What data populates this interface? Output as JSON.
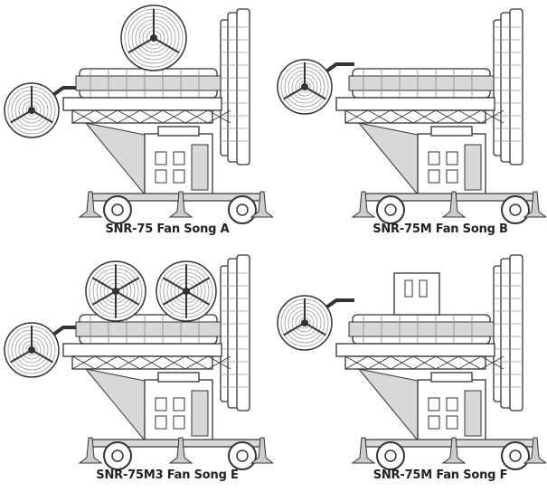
{
  "title": "SNR-75 Fan Song radar variants",
  "colors": {
    "line": "#333333",
    "fill": "#ffffff",
    "shade": "#d8d8d8"
  },
  "variants": [
    {
      "id": "A",
      "label": "SNR-75 Fan Song A",
      "top_equipment": "single-dish"
    },
    {
      "id": "B",
      "label": "SNR-75M Fan Song B",
      "top_equipment": "none"
    },
    {
      "id": "E",
      "label": "SNR-75M3 Fan Song E",
      "top_equipment": "twin-dish"
    },
    {
      "id": "F",
      "label": "SNR-75M Fan Song F",
      "top_equipment": "optical-box"
    }
  ]
}
